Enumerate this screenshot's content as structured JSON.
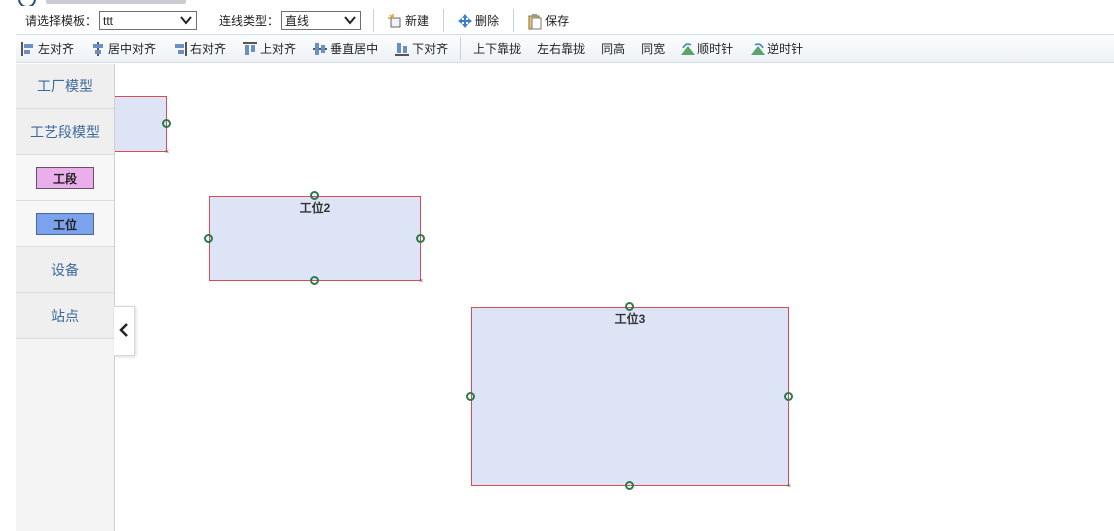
{
  "toolbar": {
    "template_label": "请选择模板：",
    "template_value": "ttt",
    "line_type_label": "连线类型：",
    "line_type_value": "直线",
    "new_label": "新建",
    "delete_label": "删除",
    "save_label": "保存"
  },
  "align_toolbar": {
    "items": [
      {
        "label": "左对齐",
        "icon": "align-left-icon"
      },
      {
        "label": "居中对齐",
        "icon": "align-center-icon"
      },
      {
        "label": "右对齐",
        "icon": "align-right-icon"
      },
      {
        "label": "上对齐",
        "icon": "align-top-icon"
      },
      {
        "label": "垂直居中",
        "icon": "align-middle-icon"
      },
      {
        "label": "下对齐",
        "icon": "align-bottom-icon"
      },
      {
        "label": "上下靠拢",
        "icon": ""
      },
      {
        "label": "左右靠拢",
        "icon": ""
      },
      {
        "label": "同高",
        "icon": ""
      },
      {
        "label": "同宽",
        "icon": ""
      },
      {
        "label": "顺时针",
        "icon": "rotate-clockwise-icon"
      },
      {
        "label": "逆时针",
        "icon": "rotate-counterclockwise-icon"
      }
    ]
  },
  "sidebar": {
    "factory_model": "工厂模型",
    "process_model": "工艺段模型",
    "section_shape": "工段",
    "station_shape": "工位",
    "equipment": "设备",
    "site": "站点"
  },
  "canvas": {
    "nodes": [
      {
        "title": ""
      },
      {
        "title": "工位2"
      },
      {
        "title": "工位3"
      }
    ]
  },
  "colors": {
    "node_fill": "#dde4f6",
    "node_border": "#d64d57",
    "anchor": "#2f7a4d",
    "section_swatch": "#eaaeea",
    "station_swatch": "#7aa3ec",
    "sidebar_text": "#3c6a9c"
  }
}
